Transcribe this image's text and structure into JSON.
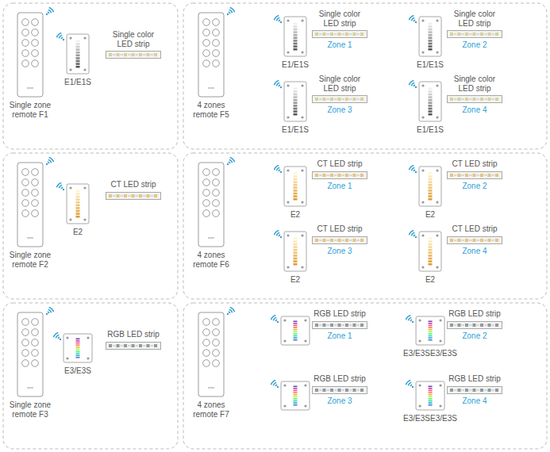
{
  "diagram": {
    "nodes": [
      {
        "text": [
          "Single zone remote F1"
        ]
      },
      {
        "text": [
          "E1/E1S"
        ]
      },
      {
        "text": [
          "Single color LED strip"
        ]
      },
      {
        "text": [
          "4 zones remote F5"
        ]
      },
      {
        "text": [
          "E1/E1S"
        ]
      },
      {
        "text": [
          "Single color LED strip",
          "Zone 1"
        ]
      },
      {
        "text": [
          "E1/E1S"
        ]
      },
      {
        "text": [
          "Single color LED strip",
          "Zone 2"
        ]
      },
      {
        "text": [
          "E1/E1S"
        ]
      },
      {
        "text": [
          "Single color LED strip",
          "Zone 3"
        ]
      },
      {
        "text": [
          "E1/E1S"
        ]
      },
      {
        "text": [
          "Single color LED strip",
          "Zone 4"
        ]
      },
      {
        "text": [
          "Single zone remote F2"
        ]
      },
      {
        "text": [
          "E2"
        ]
      },
      {
        "text": [
          "CT LED strip"
        ]
      },
      {
        "text": [
          "4 zones remote F6"
        ]
      },
      {
        "text": [
          "E2"
        ]
      },
      {
        "text": [
          "CT LED strip",
          "Zone 1"
        ]
      },
      {
        "text": [
          "E2"
        ]
      },
      {
        "text": [
          "CT LED strip",
          "Zone 2"
        ]
      },
      {
        "text": [
          "E2"
        ]
      },
      {
        "text": [
          "CT LED strip",
          "Zone 3"
        ]
      },
      {
        "text": [
          "E2"
        ]
      },
      {
        "text": [
          "CT LED strip",
          "Zone 4"
        ]
      },
      {
        "text": [
          "Single zone remote F3"
        ]
      },
      {
        "text": [
          "E3/E3S"
        ]
      },
      {
        "text": [
          "RGB LED strip"
        ]
      },
      {
        "text": [
          "4 zones remote F7"
        ]
      },
      {
        "text": [
          "RGB LED strip",
          "Zone 1"
        ]
      },
      {
        "text": [
          "E3/E3SE3/E3S"
        ]
      },
      {
        "text": [
          "RGB LED strip",
          "Zone 2"
        ]
      },
      {
        "text": [
          "RGB LED strip",
          "Zone 3"
        ]
      },
      {
        "text": [
          "E3/E3SE3/E3S"
        ]
      },
      {
        "text": [
          "RGB LED strip",
          "Zone 4"
        ]
      }
    ]
  }
}
